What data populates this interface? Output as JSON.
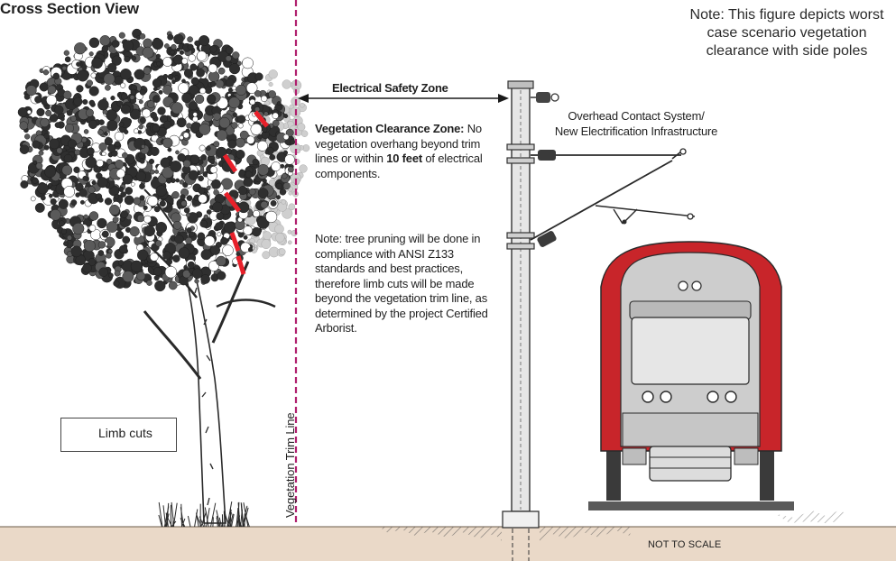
{
  "title": "Cross Section View",
  "top_note": "Note: This figure depicts worst case scenario vegetation clearance with side poles",
  "electrical_safety_zone": "Electrical Safety Zone",
  "vegetation_clearance": {
    "heading": "Vegetation Clearance Zone:",
    "text_before": "No vegetation overhang beyond trim lines or within",
    "bold": "10 feet",
    "text_after": "of electrical components."
  },
  "pruning_note": "Note: tree pruning will be done in compliance with ANSI Z133 standards and best practices, therefore limb cuts will be made beyond the vegetation trim line, as determined by the project Certified Arborist.",
  "ocs_label_line1": "Overhead Contact System/",
  "ocs_label_line2": "New Electrification Infrastructure",
  "trim_line_label": "Vegetation Trim Line",
  "legend": {
    "label": "Limb cuts"
  },
  "scale_note": "NOT TO SCALE",
  "colors": {
    "trim_line": "#b0206e",
    "limb_cut": "#e8202a",
    "train_red": "#c8252a",
    "train_gray": "#c9c9c9",
    "ground": "#ead9c8",
    "foliage": "#3a3a3a",
    "pruned_foliage": "#c4c4c4"
  }
}
